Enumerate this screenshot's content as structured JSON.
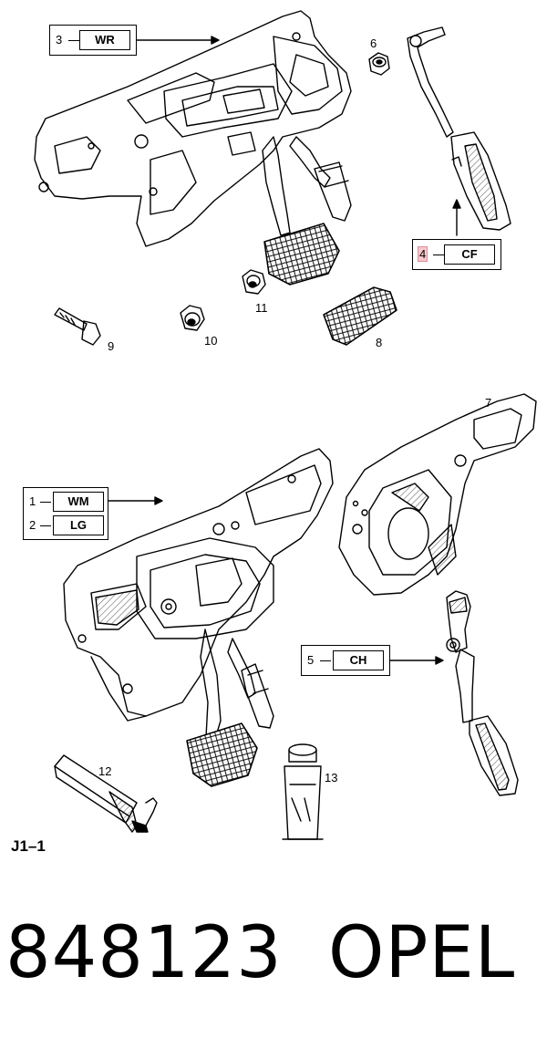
{
  "callouts": {
    "top_left": {
      "num": "3",
      "code": "WR"
    },
    "top_right": {
      "num": "4",
      "code": "CF"
    },
    "mid_left": {
      "rows": [
        {
          "num": "1",
          "code": "WM"
        },
        {
          "num": "2",
          "code": "LG"
        }
      ]
    },
    "mid_right": {
      "num": "5",
      "code": "CH"
    }
  },
  "part_labels": {
    "p6": "6",
    "p7": "7",
    "p8": "8",
    "p9": "9",
    "p10": "10",
    "p11": "11",
    "p12": "12",
    "p13": "13"
  },
  "diagram_code": "J1–1",
  "part_number": "848123",
  "brand": "OPEL"
}
